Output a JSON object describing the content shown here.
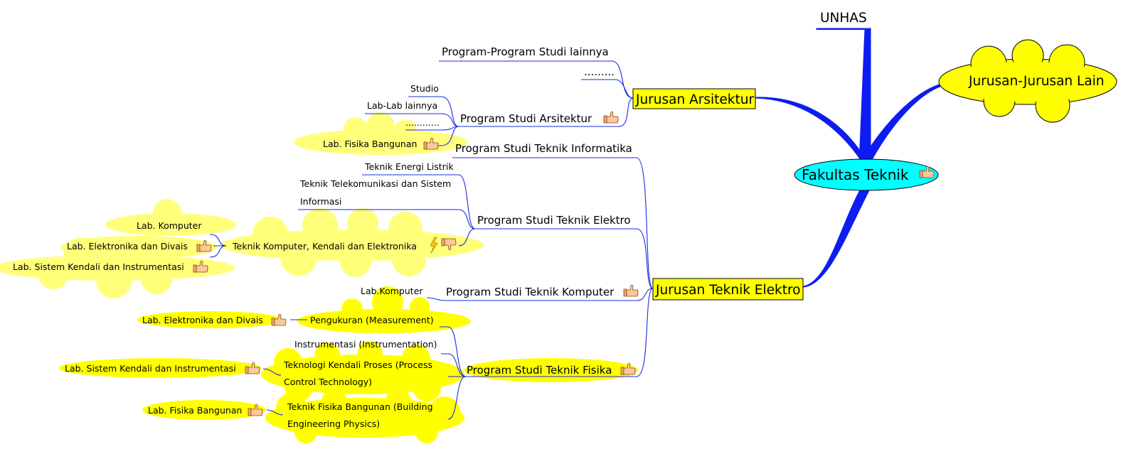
{
  "colors": {
    "link": "#1a2be0",
    "root_fill": "#00ffff",
    "box_fill": "#ffff00",
    "cloud_fill": "#ffff7a"
  },
  "root": {
    "label": "Fakultas Teknik",
    "icon": "thumbs-up-icon"
  },
  "top": {
    "unhas": "UNHAS",
    "jurusan_lain": "Jurusan-Jurusan Lain"
  },
  "arsitektur": {
    "label": "Jurusan Arsitektur",
    "prodi_lain": "Program-Program Studi lainnya",
    "dots": ".........",
    "prodi": {
      "label": "Program Studi Arsitektur",
      "studio": "Studio",
      "lab_lain": "Lab-Lab lainnya",
      "dots": "............",
      "lab_fisika": "Lab. Fisika Bangunan"
    }
  },
  "elektro": {
    "label": "Jurusan Teknik Elektro",
    "informatika": "Program Studi Teknik Informatika",
    "te": {
      "label": "Program Studi Teknik Elektro",
      "energi": "Teknik Energi Listrik",
      "telkom_1": "Teknik Telekomunikasi dan Sistem",
      "telkom_2": "Informasi",
      "tkke": "Teknik Komputer, Kendali dan Elektronika",
      "lab_komputer": "Lab. Komputer",
      "lab_elektronika": "Lab. Elektronika dan Divais",
      "lab_sistem": "Lab. Sistem Kendali dan Instrumentasi"
    },
    "tk": {
      "label": "Program Studi Teknik Komputer",
      "lab_komputer": "Lab.Komputer"
    },
    "tf": {
      "label": "Program Studi Teknik Fisika",
      "pengukuran": "Pengukuran (Measurement)",
      "lab_elektronika": "Lab. Elektronika dan Divais",
      "instrumentasi": "Instrumentasi (Instrumentation)",
      "tkp_1": "Teknologi Kendali Proses (Process",
      "tkp_2": "Control Technology)",
      "lab_sistem": "Lab. Sistem Kendali dan Instrumentasi",
      "tfb_1": "Teknik Fisika Bangunan (Building",
      "tfb_2": "Engineering Physics)",
      "lab_fisika": "Lab. Fisika Bangunan"
    }
  }
}
